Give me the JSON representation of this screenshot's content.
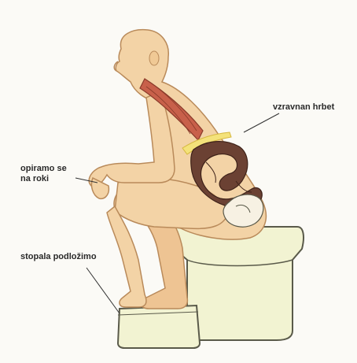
{
  "labels": {
    "straight_back": "vzravnan hrbet",
    "rest_on_hands": "opiramo se\nna roki",
    "raise_feet": "stopala podložimo"
  },
  "colors": {
    "skin": "#f3d3a6",
    "skin_outline": "#b98a5a",
    "muscle": "#c8604a",
    "spine_highlight": "#f4e27a",
    "intestine": "#6b4133",
    "pelvis": "#f7f1e3",
    "toilet": "#f2f3d2",
    "footstool": "#f2f3d2",
    "outline": "#5a5a4a"
  },
  "icons": [
    "seated-figure",
    "neck-muscle",
    "spine-curve",
    "intestine",
    "pelvis-bone",
    "toilet",
    "footstool"
  ]
}
